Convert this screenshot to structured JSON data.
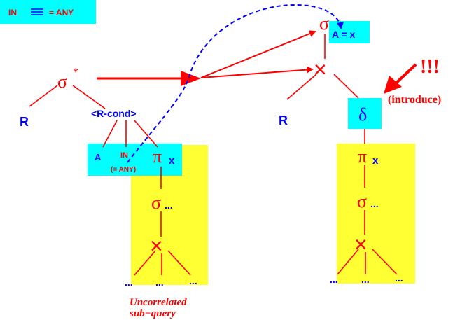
{
  "legend": {
    "left": "IN",
    "symbol": "≡",
    "right": "= ANY"
  },
  "left_tree": {
    "root": "σ",
    "root_sup": "*",
    "relation": "R",
    "cond": "<R-cond>",
    "cond_children": {
      "a": "A",
      "in": "IN",
      "in_note": "(= ANY)"
    },
    "proj": "π",
    "proj_sub": "x",
    "select": "σ",
    "select_sub": "...",
    "product": "×",
    "leaves": [
      "...",
      "...",
      "..."
    ],
    "caption_line1": "Uncorrelated",
    "caption_line2": "sub−query"
  },
  "right_tree": {
    "root": "σ",
    "root_cond": "A = x",
    "product": "×",
    "relation": "R",
    "delta": "δ",
    "proj": "π",
    "proj_sub": "x",
    "select": "σ",
    "select_sub": "...",
    "sub_product": "×",
    "leaves": [
      "...",
      "...",
      "..."
    ]
  },
  "annotation": {
    "marks": "!!!",
    "label": "(introduce)"
  },
  "colors": {
    "red": "#ff0000",
    "blue": "#0000ff",
    "cyan": "#00ffff",
    "yellow": "#ffff33"
  }
}
